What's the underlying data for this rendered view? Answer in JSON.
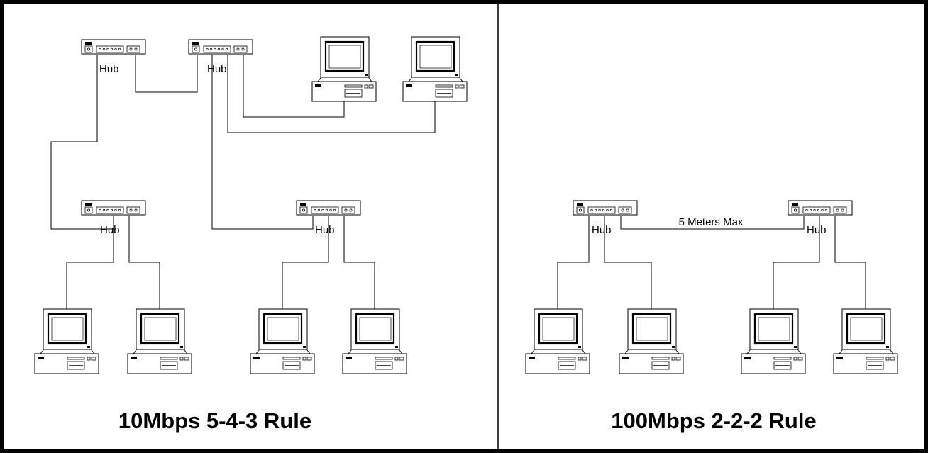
{
  "panels": [
    {
      "title": "10Mbps 5-4-3 Rule",
      "hub_labels": [
        "Hub",
        "Hub",
        "Hub",
        "Hub"
      ]
    },
    {
      "title": "100Mbps 2-2-2 Rule",
      "hub_labels": [
        "Hub",
        "Hub"
      ],
      "link_label": "5 Meters Max"
    }
  ],
  "icons": {
    "hub": "hub-icon",
    "computer": "desktop-computer-icon"
  },
  "colors": {
    "line": "#000000",
    "background": "#ffffff"
  }
}
